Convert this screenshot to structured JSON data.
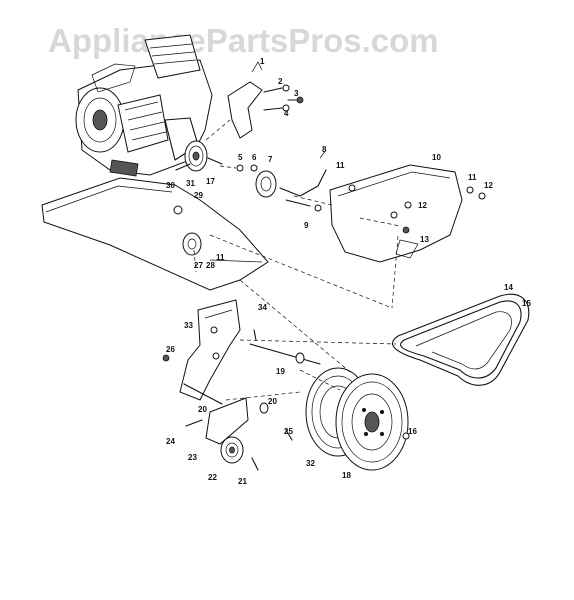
{
  "watermark": "AppliancePartsPros.com",
  "callouts": [
    "1",
    "2",
    "3",
    "4",
    "5",
    "6",
    "7",
    "8",
    "9",
    "10",
    "11",
    "11",
    "11",
    "12",
    "12",
    "13",
    "14",
    "15",
    "16",
    "17",
    "18",
    "19",
    "20",
    "20",
    "21",
    "22",
    "23",
    "24",
    "25",
    "26",
    "27",
    "28",
    "29",
    "30",
    "31",
    "32",
    "33",
    "34"
  ],
  "colors": {
    "ink": "#111111",
    "watermark": "#d8d8d8",
    "background": "#ffffff"
  }
}
